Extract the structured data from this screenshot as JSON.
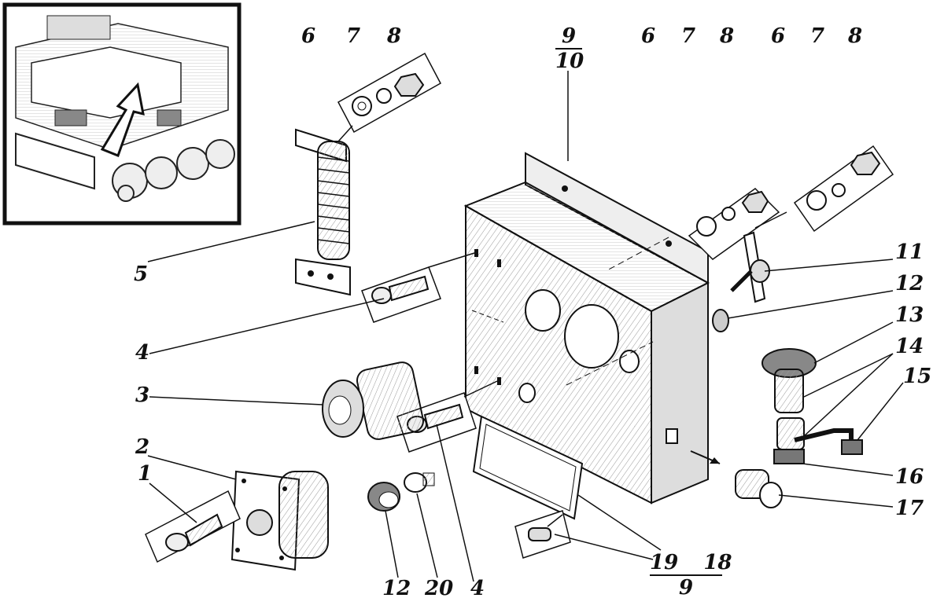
{
  "labels": {
    "n1": "1",
    "n2": "2",
    "n3": "3",
    "n4a": "4",
    "n4b": "4",
    "n5": "5",
    "n6a": "6",
    "n7a": "7",
    "n8a": "8",
    "n6b": "6",
    "n7b": "7",
    "n8b": "8",
    "n6c": "6",
    "n7c": "7",
    "n8c": "8",
    "n11": "11",
    "n12a": "12",
    "n12b": "12",
    "n13": "13",
    "n14": "14",
    "n15": "15",
    "n16": "16",
    "n17": "17",
    "n18": "18",
    "n20": "20",
    "frac_top_num": "9",
    "frac_top_den": "10",
    "frac_bot_a": "19",
    "frac_bot_b": "18",
    "frac_bot_den": "9"
  },
  "colors": {
    "ink": "#111111",
    "paper": "#ffffff",
    "shade": "#cfcfcf"
  }
}
